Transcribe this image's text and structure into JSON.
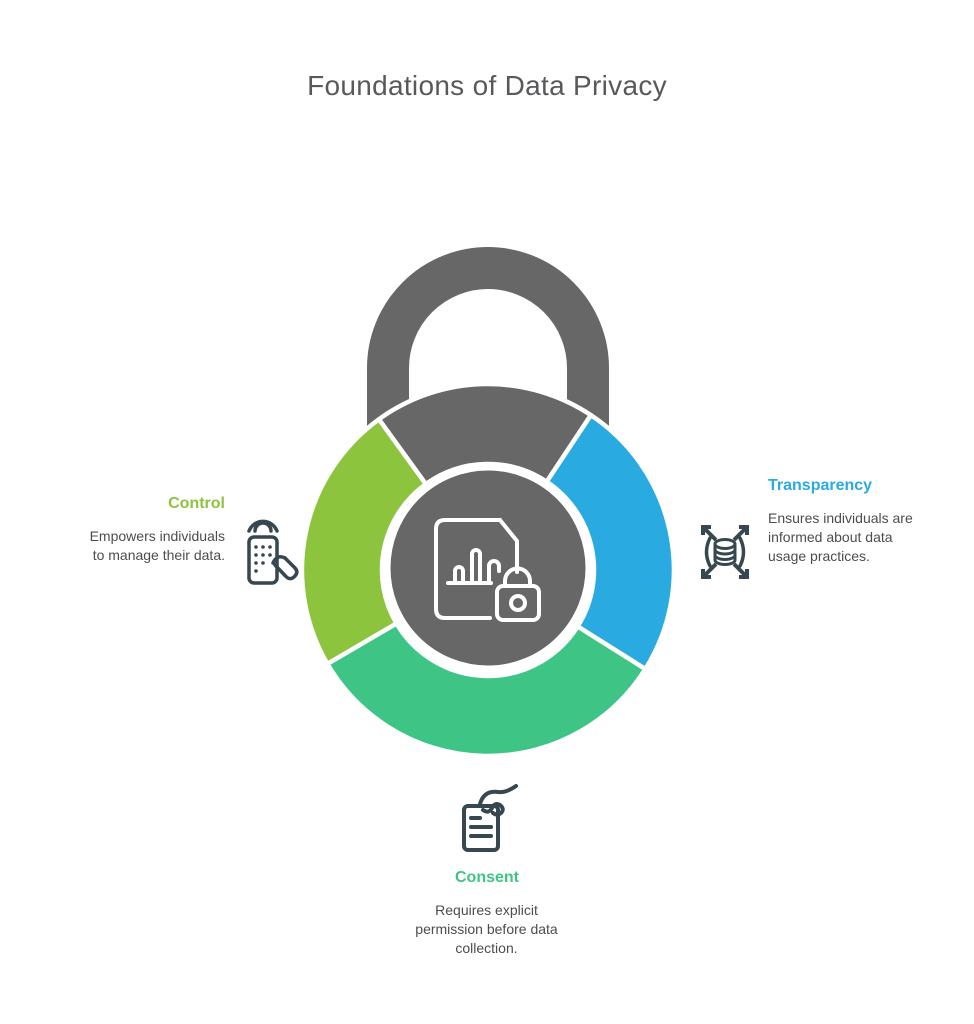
{
  "title": "Foundations of Data Privacy",
  "colors": {
    "lock_gray": "#676767",
    "white": "#ffffff",
    "control_green": "#8CC43E",
    "transparency_blue": "#29ABE2",
    "consent_teal": "#3EC585",
    "title_text": "#58595B",
    "body_text": "#4D4D4D",
    "icon_slate": "#37474F"
  },
  "center": {
    "icon": "document-chart-lock-icon"
  },
  "sections": {
    "control": {
      "label": "Control",
      "description": "Empowers individuals to manage their data.",
      "icon": "remote-control-hand-icon"
    },
    "transparency": {
      "label": "Transparency",
      "description": "Ensures individuals are informed about data usage practices.",
      "icon": "database-share-arrows-icon"
    },
    "consent": {
      "label": "Consent",
      "description": "Requires explicit permission before data collection.",
      "icon": "hand-signing-document-icon"
    }
  }
}
